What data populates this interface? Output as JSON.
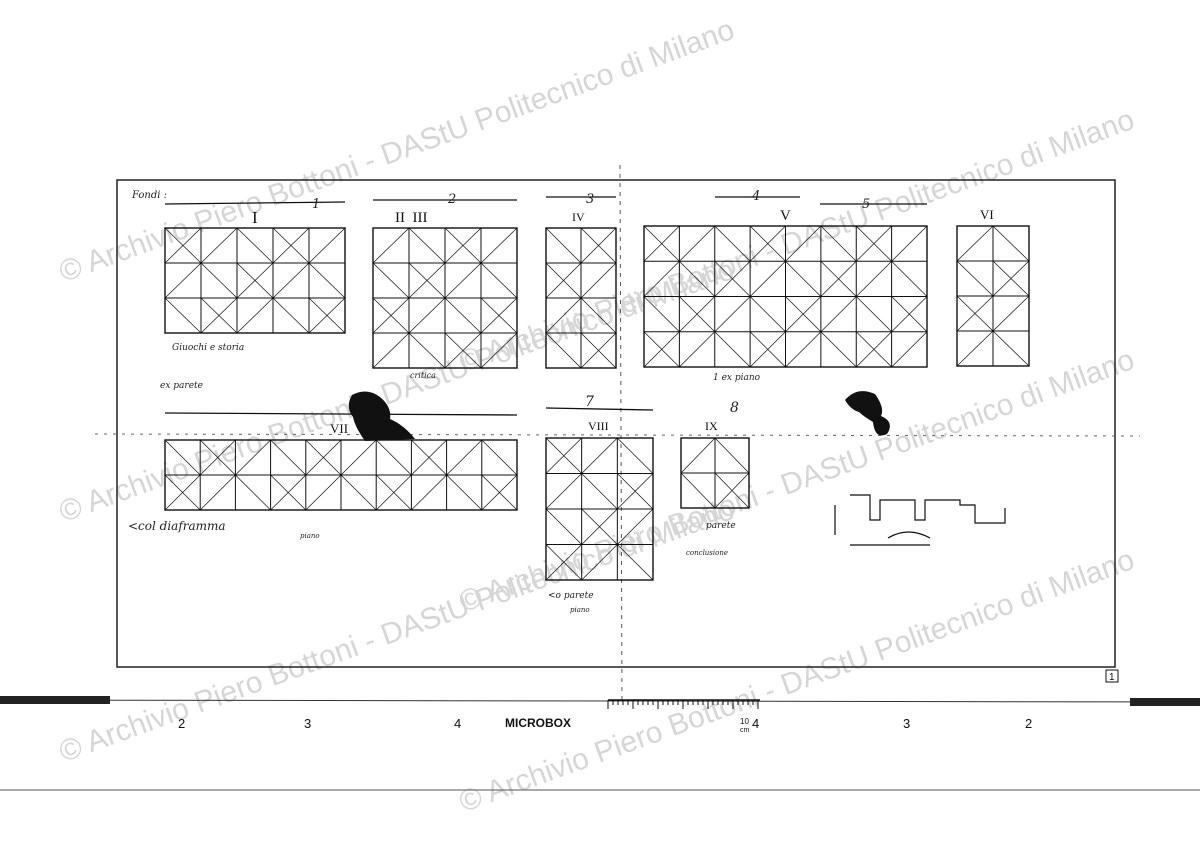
{
  "watermark": "© Archivio Piero Bottoni - DAStU Politecnico di Milano",
  "drawing": {
    "corner_note": "Fondi :",
    "groups": [
      "1",
      "2",
      "3",
      "4",
      "5",
      "7",
      "8"
    ],
    "panels": [
      {
        "numeral": "I",
        "caption": "Giuochi e storia"
      },
      {
        "numeral": "II  III",
        "caption": "critica"
      },
      {
        "numeral": "IV",
        "caption": ""
      },
      {
        "numeral": "V",
        "caption": "1 ex piano"
      },
      {
        "numeral": "VI",
        "caption": ""
      },
      {
        "numeral": "VII",
        "caption": "<col diaframma"
      },
      {
        "numeral": "VIII",
        "caption": "<o parete"
      },
      {
        "numeral": "IX",
        "caption": "parete"
      }
    ],
    "notes": {
      "parete_left": "ex parete",
      "piano_left": "piano",
      "piano_mid": "piano",
      "conclusione": "conclusione"
    },
    "page_number": "1"
  },
  "scale_bar": {
    "label": "MICROBOX",
    "unit": "cm",
    "unit_value": "10",
    "ticks_left": [
      "2",
      "3",
      "4"
    ],
    "ticks_right": [
      "4",
      "3",
      "2"
    ]
  }
}
